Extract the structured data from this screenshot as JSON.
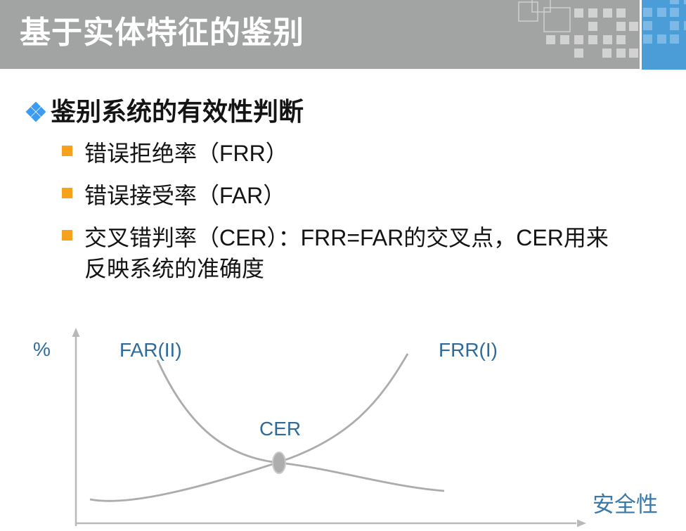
{
  "header": {
    "title": "基于实体特征的鉴别"
  },
  "body": {
    "heading": "鉴别系统的有效性判断",
    "bullets": [
      {
        "lines": [
          "错误拒绝率（FRR）"
        ]
      },
      {
        "lines": [
          "错误接受率（FAR）"
        ]
      },
      {
        "lines": [
          "交叉错判率（CER）：FRR=FAR的交叉点，CER用来",
          "反映系统的准确度"
        ]
      }
    ]
  },
  "chart_data": {
    "type": "line",
    "title": "",
    "xlabel": "安全性",
    "ylabel": "%",
    "grid": false,
    "axes_numeric": false,
    "legend_position": "labels-near-curves",
    "series": [
      {
        "name": "FAR(II)",
        "trend": "decreasing-convex",
        "points_norm": [
          [
            0.16,
            0.85
          ],
          [
            0.25,
            0.5
          ],
          [
            0.4,
            0.32
          ],
          [
            0.56,
            0.22
          ],
          [
            0.72,
            0.17
          ]
        ]
      },
      {
        "name": "FRR(I)",
        "trend": "increasing-convex",
        "points_norm": [
          [
            0.03,
            0.12
          ],
          [
            0.1,
            0.1
          ],
          [
            0.28,
            0.2
          ],
          [
            0.4,
            0.32
          ],
          [
            0.55,
            0.55
          ],
          [
            0.65,
            0.88
          ]
        ]
      }
    ],
    "intersection_label": "CER",
    "intersection_norm": [
      0.4,
      0.32
    ]
  },
  "colors": {
    "header_bg": "#a2a3a3",
    "header_title": "#ffffff",
    "accent_blue_band": "#4a9dd6",
    "accent_blue_square": "#7eb8e4",
    "decor_gray_square": "#d2d2d2",
    "decor_square_outline": "#d0d0d0",
    "bullet_diamond_blue": "#3e9bf2",
    "bullet_square_orange": "#f6a21d",
    "body_text": "#141414",
    "chart_line_gray": "#acacac",
    "chart_axis_gray": "#b9b9b9",
    "chart_label_blue": "#2e6b9b",
    "xlabel_blue": "#3b79a9"
  }
}
